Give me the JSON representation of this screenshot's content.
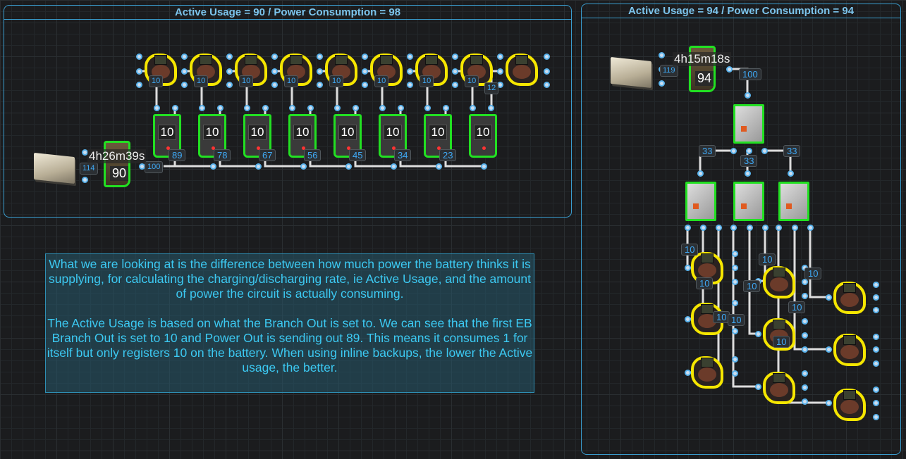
{
  "left_panel": {
    "title": "Active Usage = 90 / Power Consumption = 98",
    "battery": {
      "timer": "4h26m39s",
      "input_label": "114",
      "charge": "90",
      "output_label": "100"
    },
    "branches": [
      {
        "setting": "10",
        "output": "89"
      },
      {
        "setting": "10",
        "output": "78"
      },
      {
        "setting": "10",
        "output": "67"
      },
      {
        "setting": "10",
        "output": "56"
      },
      {
        "setting": "10",
        "output": "45"
      },
      {
        "setting": "10",
        "output": "34"
      },
      {
        "setting": "10",
        "output": "23"
      },
      {
        "setting": "10",
        "output": ""
      }
    ],
    "turret_labels": [
      "10",
      "10",
      "10",
      "10",
      "10",
      "10",
      "10",
      "10",
      "12"
    ]
  },
  "right_panel": {
    "title": "Active Usage = 94 / Power Consumption = 94",
    "battery": {
      "timer": "4h15m18s",
      "input_label": "119",
      "charge": "94",
      "output_label": "100"
    },
    "splitter_labels": [
      "33",
      "33",
      "33"
    ],
    "turret_labels": [
      "10",
      "10",
      "10",
      "10",
      "10",
      "10",
      "10",
      "10",
      "10"
    ]
  },
  "note": {
    "paragraph1": "What we are looking at is the difference between how much power the battery thinks it is supplying, for calculating the charging/discharging rate, ie Active Usage, and the amount of power the circuit is actually consuming.",
    "paragraph2": "The Active Usage is based on what the Branch Out is set to. We can see that the first EB Branch Out is set to 10 and Power Out is sending out 89. This means it consumes 1 for itself but only registers 10 on the battery. When using inline backups, the lower the Active usage, the better."
  },
  "colors": {
    "panel_border": "#3a9ed0",
    "title": "#7cc4ec",
    "selected_outline": "#22e022",
    "turret_outline": "#f5e600",
    "label_text": "#3fa9f5",
    "note_text": "#3cc9f2"
  }
}
